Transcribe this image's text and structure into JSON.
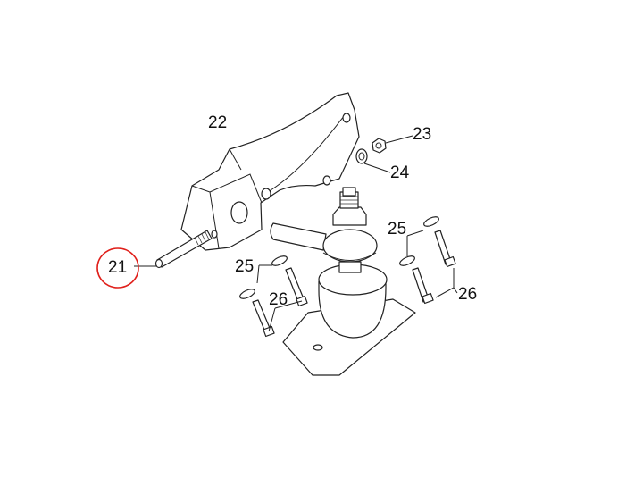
{
  "diagram": {
    "callouts": [
      {
        "id": "21",
        "text": "21",
        "highlighted": true
      },
      {
        "id": "22",
        "text": "22"
      },
      {
        "id": "23",
        "text": "23"
      },
      {
        "id": "24",
        "text": "24"
      },
      {
        "id": "25a",
        "text": "25"
      },
      {
        "id": "25b",
        "text": "25"
      },
      {
        "id": "26a",
        "text": "26"
      },
      {
        "id": "26b",
        "text": "26"
      }
    ],
    "highlight_color": "#e0201b"
  }
}
